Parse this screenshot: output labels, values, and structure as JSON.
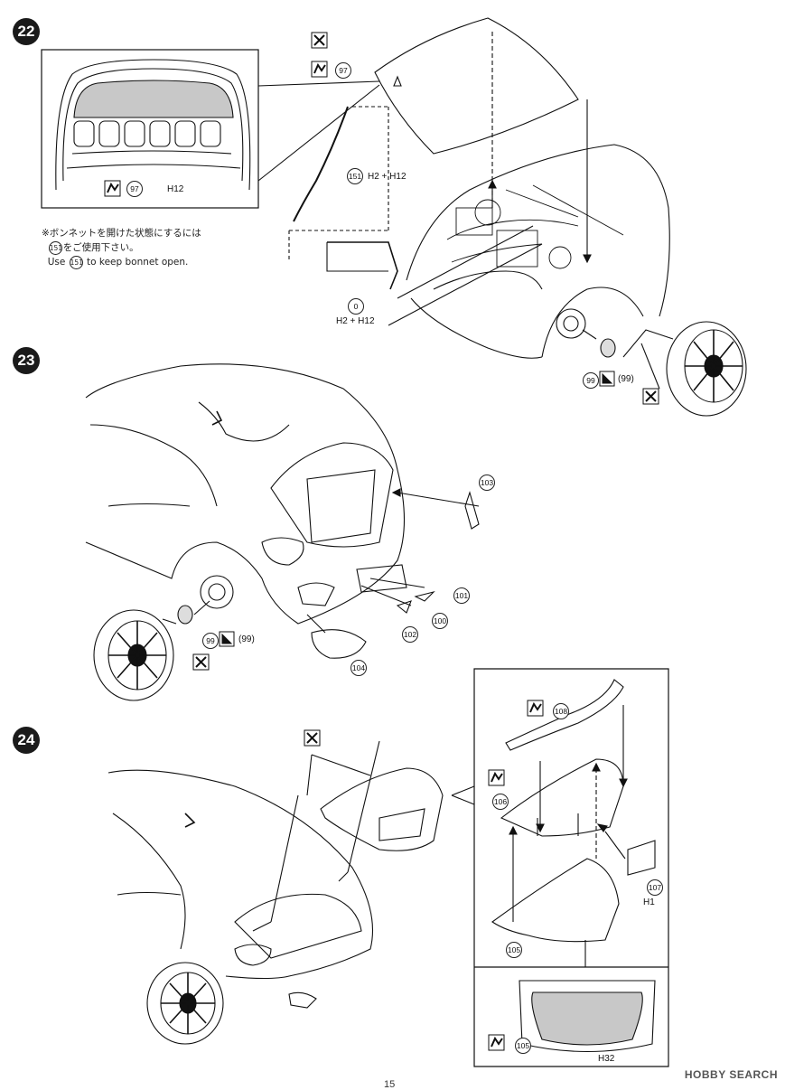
{
  "steps": [
    {
      "number": "22"
    },
    {
      "number": "23"
    },
    {
      "number": "24"
    }
  ],
  "step22": {
    "note_jp_line1": "※ボンネットを開けた状態にするには",
    "note_jp_line2_part": "151",
    "note_jp_line2_text": "をご使用下さい。",
    "note_en_prefix": "Use",
    "note_en_part": "151",
    "note_en_suffix": "to keep bonnet open.",
    "paint_97_top": "97",
    "paint_97_inset": "97",
    "inset_ph": "H12",
    "rod_part": "151",
    "rod_paint": "H2 + H12",
    "stay_part": "0",
    "stay_paint": "H2 + H12",
    "wheel_part": "99",
    "wheel_part_alt": "(99)"
  },
  "step23": {
    "part_103": "103",
    "part_101": "101",
    "part_100": "100",
    "part_102": "102",
    "part_104": "104",
    "wheel_part": "99",
    "wheel_part_alt": "(99)"
  },
  "step24": {
    "part_108": "108",
    "part_106": "106",
    "part_107": "107",
    "part_107_paint": "H1",
    "part_105": "105",
    "part_105_bottom": "105",
    "part_105_paint": "H32"
  },
  "footer": {
    "watermark": "HOBBY SEARCH",
    "page": "15"
  },
  "colors": {
    "ink": "#111111",
    "shade": "#c8c8c8"
  }
}
